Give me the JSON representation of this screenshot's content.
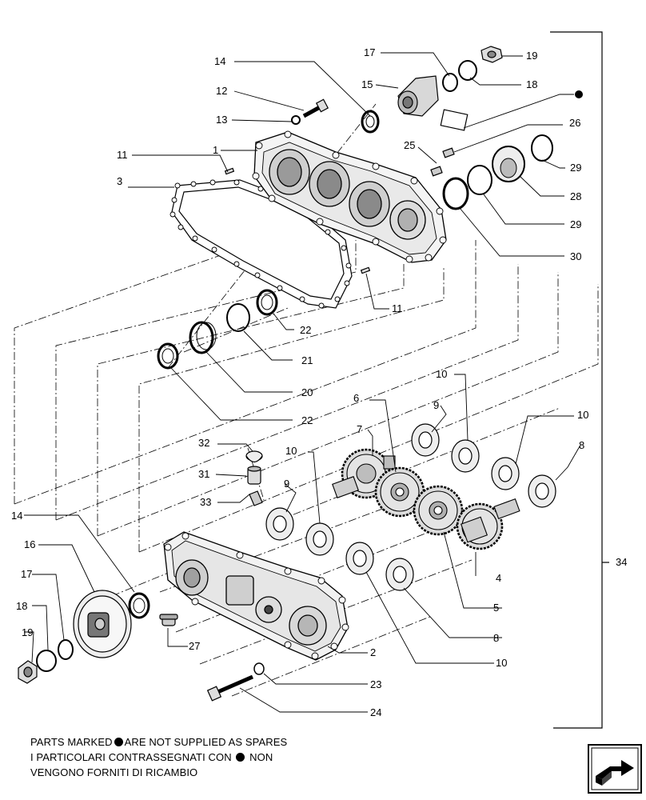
{
  "callouts": [
    {
      "id": "c14a",
      "text": "14"
    },
    {
      "id": "c12",
      "text": "12"
    },
    {
      "id": "c13",
      "text": "13"
    },
    {
      "id": "c11a",
      "text": "11"
    },
    {
      "id": "c1",
      "text": "1"
    },
    {
      "id": "c3",
      "text": "3"
    },
    {
      "id": "c17a",
      "text": "17"
    },
    {
      "id": "c15",
      "text": "15"
    },
    {
      "id": "c19a",
      "text": "19"
    },
    {
      "id": "c18a",
      "text": "18"
    },
    {
      "id": "c26",
      "text": "26"
    },
    {
      "id": "c25",
      "text": "25"
    },
    {
      "id": "c29a",
      "text": "29"
    },
    {
      "id": "c28",
      "text": "28"
    },
    {
      "id": "c29b",
      "text": "29"
    },
    {
      "id": "c30",
      "text": "30"
    },
    {
      "id": "c11b",
      "text": "11"
    },
    {
      "id": "c22a",
      "text": "22"
    },
    {
      "id": "c21",
      "text": "21"
    },
    {
      "id": "c20",
      "text": "20"
    },
    {
      "id": "c22b",
      "text": "22"
    },
    {
      "id": "c10a",
      "text": "10"
    },
    {
      "id": "c6",
      "text": "6"
    },
    {
      "id": "c9a",
      "text": "9"
    },
    {
      "id": "c7",
      "text": "7"
    },
    {
      "id": "c10b",
      "text": "10"
    },
    {
      "id": "c8a",
      "text": "8"
    },
    {
      "id": "c32",
      "text": "32"
    },
    {
      "id": "c10c",
      "text": "10"
    },
    {
      "id": "c31",
      "text": "31"
    },
    {
      "id": "c9b",
      "text": "9"
    },
    {
      "id": "c33",
      "text": "33"
    },
    {
      "id": "c14b",
      "text": "14"
    },
    {
      "id": "c16",
      "text": "16"
    },
    {
      "id": "c4",
      "text": "4"
    },
    {
      "id": "c34",
      "text": "34"
    },
    {
      "id": "c17b",
      "text": "17"
    },
    {
      "id": "c18b",
      "text": "18"
    },
    {
      "id": "c5",
      "text": "5"
    },
    {
      "id": "c19b",
      "text": "19"
    },
    {
      "id": "c8b",
      "text": "8"
    },
    {
      "id": "c27",
      "text": "27"
    },
    {
      "id": "c2",
      "text": "2"
    },
    {
      "id": "c10d",
      "text": "10"
    },
    {
      "id": "c23",
      "text": "23"
    },
    {
      "id": "c24",
      "text": "24"
    }
  ],
  "note": {
    "line1_a": "PARTS MARKED",
    "line1_b": "ARE NOT SUPPLIED AS SPARES",
    "line2_a": "I PARTICOLARI CONTRASSEGNATI CON",
    "line2_b": "NON",
    "line3": "VENGONO FORNITI DI RICAMBIO"
  },
  "icons": {
    "marker": "filled-black-dot-icon",
    "navigation": "next-page-arrow-icon"
  }
}
